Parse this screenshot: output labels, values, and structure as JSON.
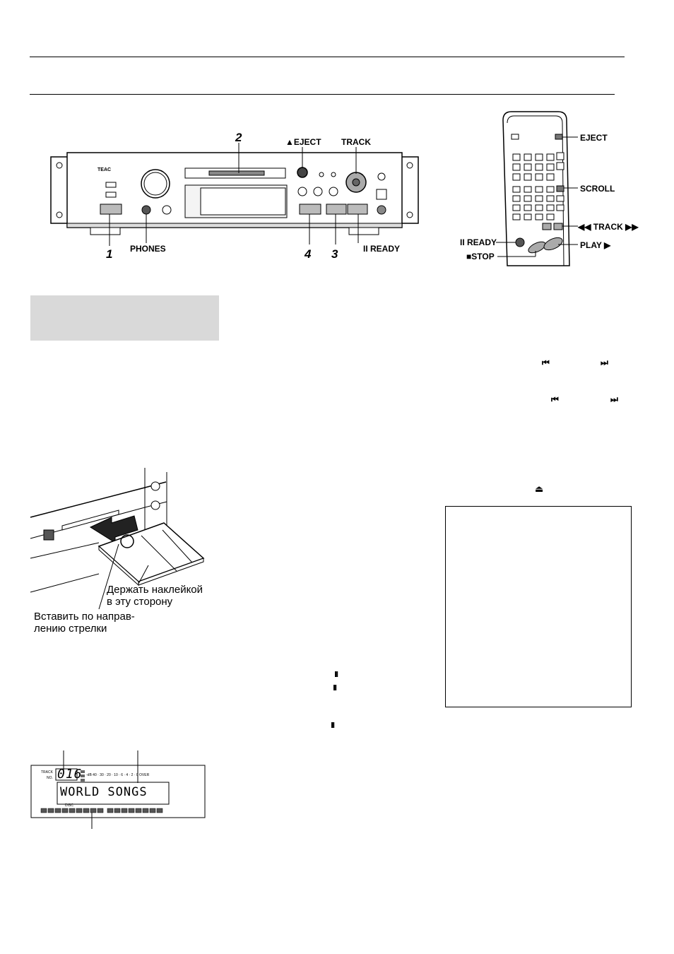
{
  "front_panel": {
    "brand": "TEAC",
    "callouts": {
      "c2": "2",
      "eject": "▲EJECT",
      "track": "TRACK",
      "c1": "1",
      "phones": "PHONES",
      "c4": "4",
      "c3": "3",
      "ready": "II READY"
    }
  },
  "remote": {
    "labels": {
      "eject": "EJECT",
      "scroll": "SCROLL",
      "track": "◀◀ TRACK ▶▶",
      "ready": "II READY",
      "play": "PLAY ▶",
      "stop": "■STOP"
    }
  },
  "symbols": {
    "skip_back_1": "⏮",
    "skip_fwd_1": "⏭",
    "skip_back_2": "⏮",
    "skip_fwd_2": "⏭",
    "eject_symbol": "⏏",
    "pause_1": "II",
    "pause_2": "II",
    "pause_3": "II"
  },
  "insertion_figure": {
    "hold_label_line1": "Держать наклейкой",
    "hold_label_line2": "в эту сторону",
    "insert_label_line1": "Вставить по направ-",
    "insert_label_line2": "лению стрелки"
  },
  "display_figure": {
    "track_no": "016",
    "title_text": "WORLD SONGS",
    "track_caption": "TRACK",
    "no_caption": "NO.",
    "disc_caption": "DISC",
    "meter_scale": "-dB 40 · 30 · 20 · 10 · 6 · 4 · 2 · 0 OVER"
  }
}
